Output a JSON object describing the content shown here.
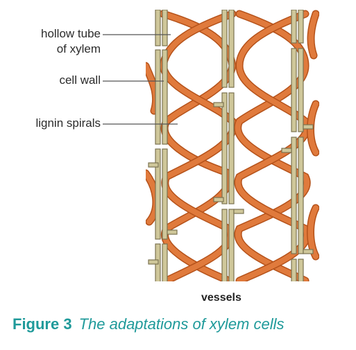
{
  "labels": {
    "hollow_tube": "hollow tube\nof xylem",
    "cell_wall": "cell wall",
    "lignin_spirals": "lignin spirals"
  },
  "caption": {
    "vessels": "vessels",
    "figure_number": "Figure 3",
    "figure_title": "The adaptations of xylem cells"
  },
  "colors": {
    "spiral_fill": "#e07a3c",
    "spiral_edge": "#b5521a",
    "wall_fill": "#cfc79a",
    "wall_edge": "#7b7350",
    "caption_teal": "#1f9a9a"
  }
}
